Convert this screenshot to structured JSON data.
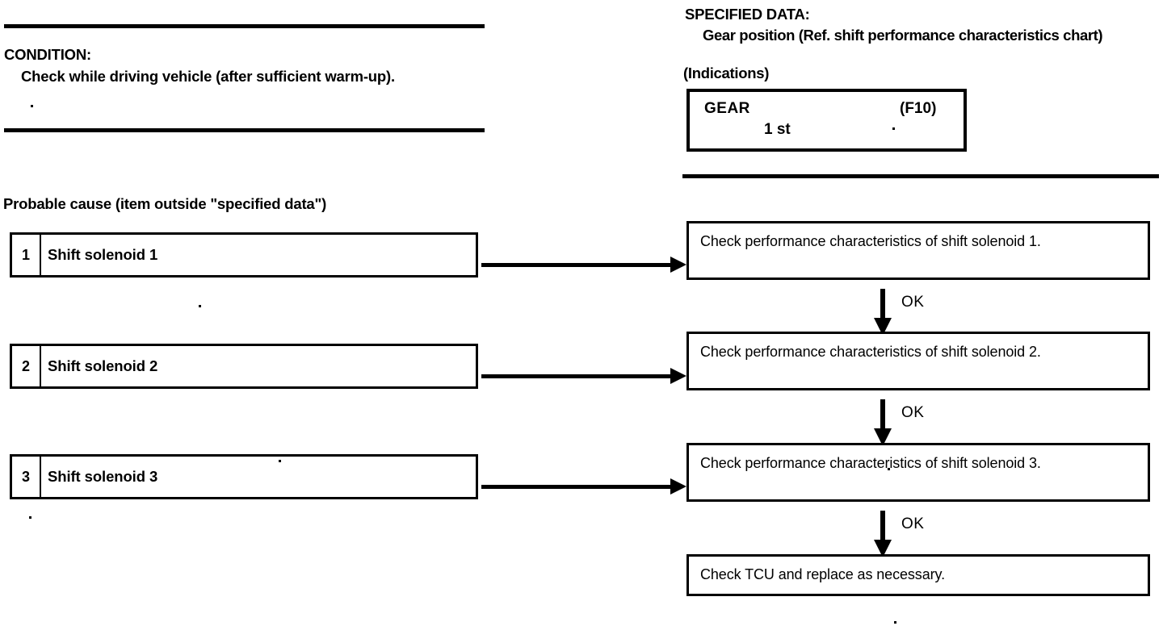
{
  "document": {
    "type": "automotive-diagnostic-flowchart"
  },
  "left": {
    "condition": {
      "heading": "CONDITION:",
      "body": "Check while driving vehicle (after sufficient warm-up)."
    },
    "probable_cause_heading": "Probable cause (item outside \"specified data\")",
    "causes": [
      {
        "number": "1",
        "label": "Shift solenoid 1"
      },
      {
        "number": "2",
        "label": "Shift solenoid 2"
      },
      {
        "number": "3",
        "label": "Shift solenoid 3"
      }
    ]
  },
  "right": {
    "specified_data": {
      "heading": "SPECIFIED DATA:",
      "body": "Gear position (Ref. shift performance characteristics chart)",
      "indications_label": "(Indications)",
      "indication_box": {
        "title": "GEAR",
        "code": "(F10)",
        "value": "1 st"
      }
    },
    "steps": [
      {
        "text": "Check performance characteristics of shift solenoid 1."
      },
      {
        "text": "Check performance characteristics of shift solenoid 2."
      },
      {
        "text": "Check performance characteristics of shift solenoid 3."
      },
      {
        "text": "Check TCU and replace as necessary."
      }
    ],
    "connector_labels": [
      "OK",
      "OK",
      "OK"
    ]
  },
  "colors": {
    "ink": "#000000",
    "paper": "#ffffff"
  }
}
